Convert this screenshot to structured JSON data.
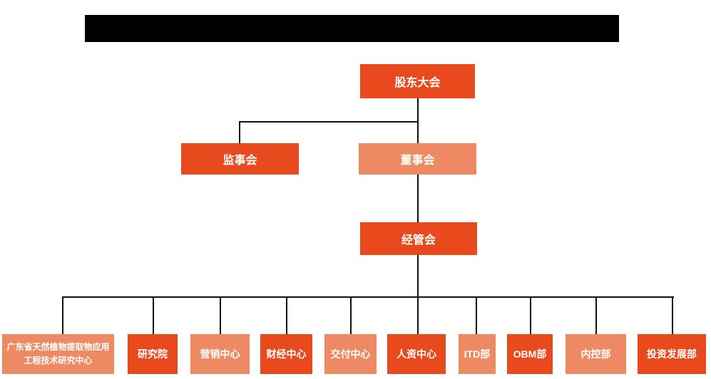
{
  "title_bar": {
    "type": "redacted-black-bar",
    "color": "#000000"
  },
  "chart": {
    "type": "org-chart",
    "colors": {
      "node_primary": "#E8491D",
      "node_secondary": "#ED8A63",
      "connector_line": "#111111",
      "node_text": "#FFFFFF",
      "background": "#FFFFFF"
    },
    "nodes": {
      "shareholders": {
        "label": "股东大会"
      },
      "supervisory": {
        "label": "监事会"
      },
      "board": {
        "label": "董事会"
      },
      "management": {
        "label": "经管会"
      }
    },
    "departments": [
      {
        "label": "广东省天然植物提取物应用工程技术研究中心"
      },
      {
        "label": "研究院"
      },
      {
        "label": "营销中心"
      },
      {
        "label": "财经中心"
      },
      {
        "label": "交付中心"
      },
      {
        "label": "人资中心"
      },
      {
        "label": "ITD部"
      },
      {
        "label": "OBM部"
      },
      {
        "label": "内控部"
      },
      {
        "label": "投资发展部"
      }
    ]
  }
}
